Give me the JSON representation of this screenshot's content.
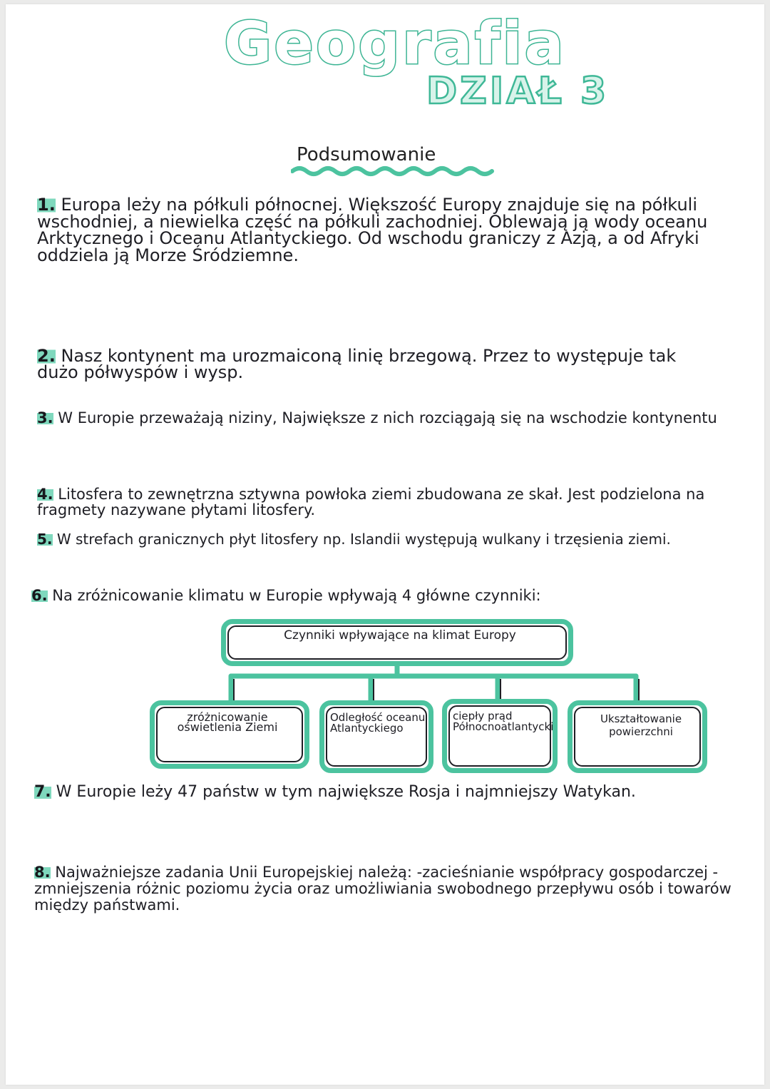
{
  "header": {
    "title": "Geografia",
    "subtitle": "DZIAŁ 3",
    "section": "Podsumowanie"
  },
  "points": [
    {
      "num": "1.",
      "text": "Europa leży na półkuli północnej. Większość Europy znajduje się na półkuli wschodniej, a niewielka część na półkuli zachodniej. Oblewają ją wody oceanu Arktycznego i Oceanu Atlantyckiego. Od wschodu graniczy z Azją, a od Afryki oddziela ją Morze Śródziemne."
    },
    {
      "num": "2.",
      "text": "Nasz kontynent ma urozmaiconą linię brzegową. Przez to występuje tak dużo półwyspów i wysp."
    },
    {
      "num": "3.",
      "text": "W Europie przeważają niziny, Największe z nich rozciągają się na wschodzie kontynentu"
    },
    {
      "num": "4.",
      "text": "Litosfera to zewnętrzna sztywna powłoka ziemi zbudowana ze skał. Jest podzielona na fragmety nazywane płytami litosfery."
    },
    {
      "num": "5.",
      "text": "W strefach granicznych płyt litosfery np. Islandii występują wulkany i trzęsienia ziemi."
    },
    {
      "num": "6.",
      "text": "Na zróżnicowanie klimatu w Europie wpływają 4 główne czynniki:"
    },
    {
      "num": "7.",
      "text": "W Europie leży 47 państw w tym największe Rosja i najmniejszy Watykan."
    },
    {
      "num": "8.",
      "text": "Najważniejsze zadania Unii Europejskiej należą: -zacieśnianie współpracy gospodarczej -zmniejszenia różnic poziomu życia oraz umożliwiania swobodnego przepływu osób i towarów między państwami."
    }
  ],
  "diagram": {
    "root": "Czynniki wpływające na klimat Europy",
    "children": [
      "zróżnicowanie oświetlenia Ziemi",
      "Odległość oceanu Atlantyckiego",
      "ciepły prąd Północnoatlantycki",
      "Ukształtowanie powierzchni"
    ]
  },
  "colors": {
    "accent": "#4cc39f",
    "highlight": "#7fd8bd",
    "ink": "#1e1e24"
  }
}
